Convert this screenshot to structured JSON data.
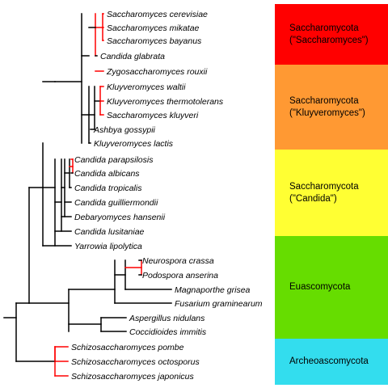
{
  "taxa": [
    "Saccharomyces cerevisiae",
    "Saccharomyces mikatae",
    "Saccharomyces bayanus",
    "Candida glabrata",
    "Zygosaccharomyces rouxii",
    "Kluyveromyces waltii",
    "Kluyveromyces thermotolerans",
    "Saccharomyces kluyveri",
    "Ashbya gossypii",
    "Kluyveromyces lactis",
    "Candida parapsilosis",
    "Candida albicans",
    "Candida tropicalis",
    "Candida guilliermondii",
    "Debaryomyces hansenii",
    "Candida lusitaniae",
    "Yarrowia lipolytica",
    "Neurospora crassa",
    "Podospora anserina",
    "Magnaporthe grisea",
    "Fusarium graminearum",
    "Aspergillus nidulans",
    "Coccidioides immitis",
    "Schizosaccharomyces pombe",
    "Schizosaccharomyces octosporus",
    "Schizosaccharomyces japonicus"
  ],
  "groups": [
    {
      "label": "Saccharomycota\n(\"Saccharomyces\")",
      "color": "#ff0000"
    },
    {
      "label": "Saccharomycota\n(\"Kluyveromyces\")",
      "color": "#ff9933"
    },
    {
      "label": "Saccharomycota\n(\"Candida\")",
      "color": "#ffff33"
    },
    {
      "label": "Euascomycota",
      "color": "#66dd00"
    },
    {
      "label": "Archeoascomycota",
      "color": "#33ddee"
    }
  ],
  "colors": {
    "branch": "#000000",
    "highlight_branch": "#ff0000"
  }
}
